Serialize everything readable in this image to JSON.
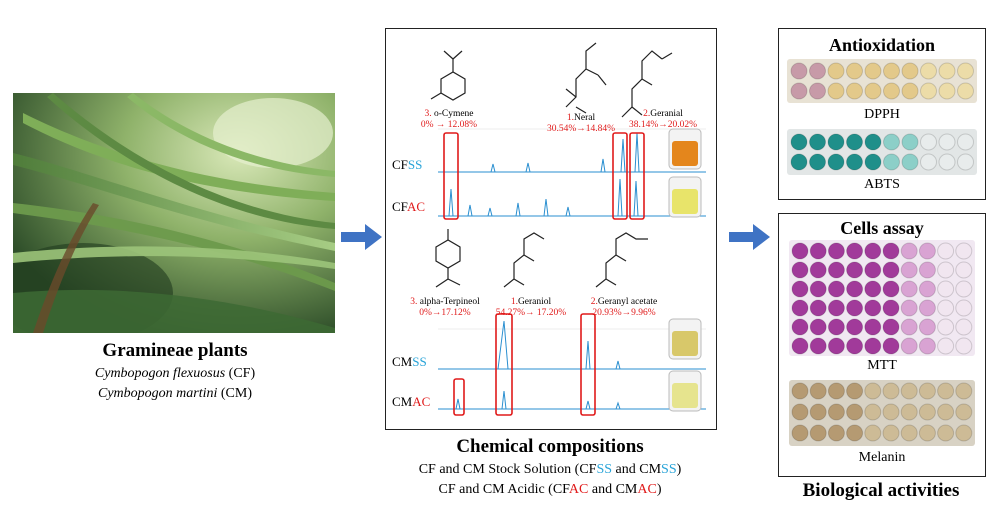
{
  "plants": {
    "title": "Gramineae plants",
    "line1_species": "Cymbopogon flexuosus",
    "line1_abbr": "(CF)",
    "line2_species": "Cymbopogon martini",
    "line2_abbr": "(CM)"
  },
  "chem": {
    "compounds_top": [
      {
        "num": "3.",
        "name": "o-Cymene",
        "change": "0% → 12.08%"
      },
      {
        "num": "1.",
        "name": "Neral",
        "change": "30.54%→14.84%"
      },
      {
        "num": "2.",
        "name": "Geranial",
        "change": "38.14%→20.02%"
      }
    ],
    "compounds_bottom": [
      {
        "num": "3.",
        "name": "alpha-Terpineol",
        "change": "0%→17.12%"
      },
      {
        "num": "1.",
        "name": "Geraniol",
        "change": "54.27%→ 17.20%"
      },
      {
        "num": "2.",
        "name": "Geranyl acetate",
        "change": "20.93%→9.96%"
      }
    ],
    "trace_labels": {
      "cf_prefix": "CF",
      "cm_prefix": "CM",
      "ss": "SS",
      "ac": "AC"
    },
    "caption_title": "Chemical compositions",
    "caption_line1_a": "CF and CM Stock Solution (CF",
    "caption_line1_b": "SS",
    "caption_line1_c": " and CM",
    "caption_line1_d": "SS",
    "caption_line1_e": ")",
    "caption_line2_a": "CF and CM Acidic (CF",
    "caption_line2_b": "AC",
    "caption_line2_c": " and CM",
    "caption_line2_d": "AC",
    "caption_line2_e": ")"
  },
  "bio": {
    "antioxidation_title": "Antioxidation",
    "dpph_label": "DPPH",
    "abts_label": "ABTS",
    "cells_title": "Cells assay",
    "mtt_label": "MTT",
    "melanin_label": "Melanin",
    "caption": "Biological activities"
  },
  "colors": {
    "arrow": "#3f73c4",
    "trace": "#2a8fd0",
    "highlight": "#e01a1a",
    "ss": "#27a3d8",
    "ac": "#e01a1a",
    "grass_dark": "#2e5a2a",
    "grass_light": "#9cc47a"
  }
}
